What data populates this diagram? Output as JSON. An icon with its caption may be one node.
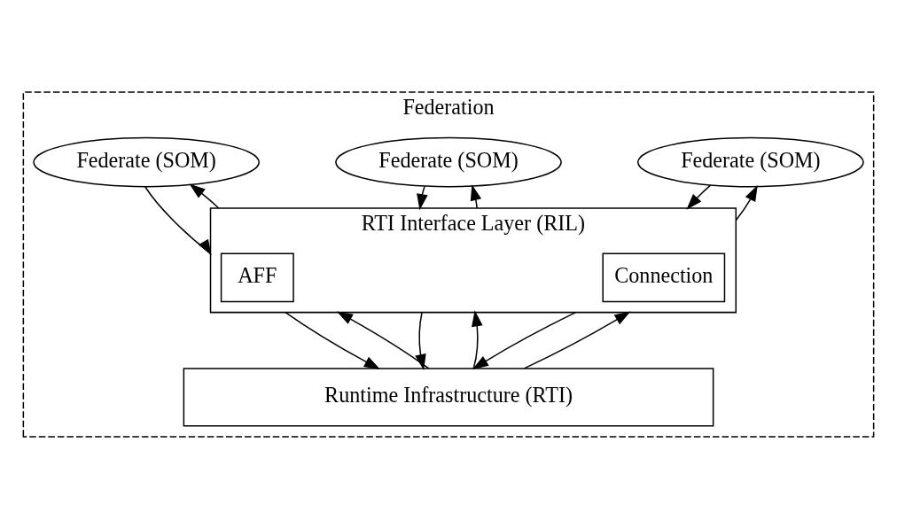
{
  "diagram": {
    "nodes": [
      {
        "text": [
          "Federation"
        ]
      },
      {
        "text": [
          "Federate (SOM)"
        ],
        "in": 0
      },
      {
        "text": [
          "Federate (SOM)"
        ],
        "in": 0
      },
      {
        "text": [
          "Federate (SOM)"
        ],
        "in": 0
      },
      {
        "text": [
          "RTI Interface Layer (RIL)"
        ],
        "in": 0
      },
      {
        "text": [
          "Connection"
        ],
        "in": 4
      },
      {
        "text": [
          "AFF"
        ],
        "in": 4
      },
      {
        "text": [
          "Runtime Infrastructure (RTI)"
        ],
        "in": 0
      }
    ],
    "edges": [
      {
        "from": 1,
        "to": 4,
        "arrow": "to"
      },
      {
        "from": 4,
        "to": 1,
        "arrow": "to"
      },
      {
        "from": 2,
        "to": 4,
        "arrow": "to"
      },
      {
        "from": 4,
        "to": 2,
        "arrow": "to"
      },
      {
        "from": 3,
        "to": 4,
        "arrow": "to"
      },
      {
        "from": 4,
        "to": 3,
        "arrow": "to"
      },
      {
        "from": 4,
        "to": 7,
        "arrow": "to"
      },
      {
        "from": 7,
        "to": 4,
        "arrow": "to"
      },
      {
        "from": 4,
        "to": 7,
        "arrow": "to"
      },
      {
        "from": 7,
        "to": 4,
        "arrow": "to"
      },
      {
        "from": 4,
        "to": 7,
        "arrow": "to"
      },
      {
        "from": 7,
        "to": 4,
        "arrow": "to"
      }
    ]
  }
}
